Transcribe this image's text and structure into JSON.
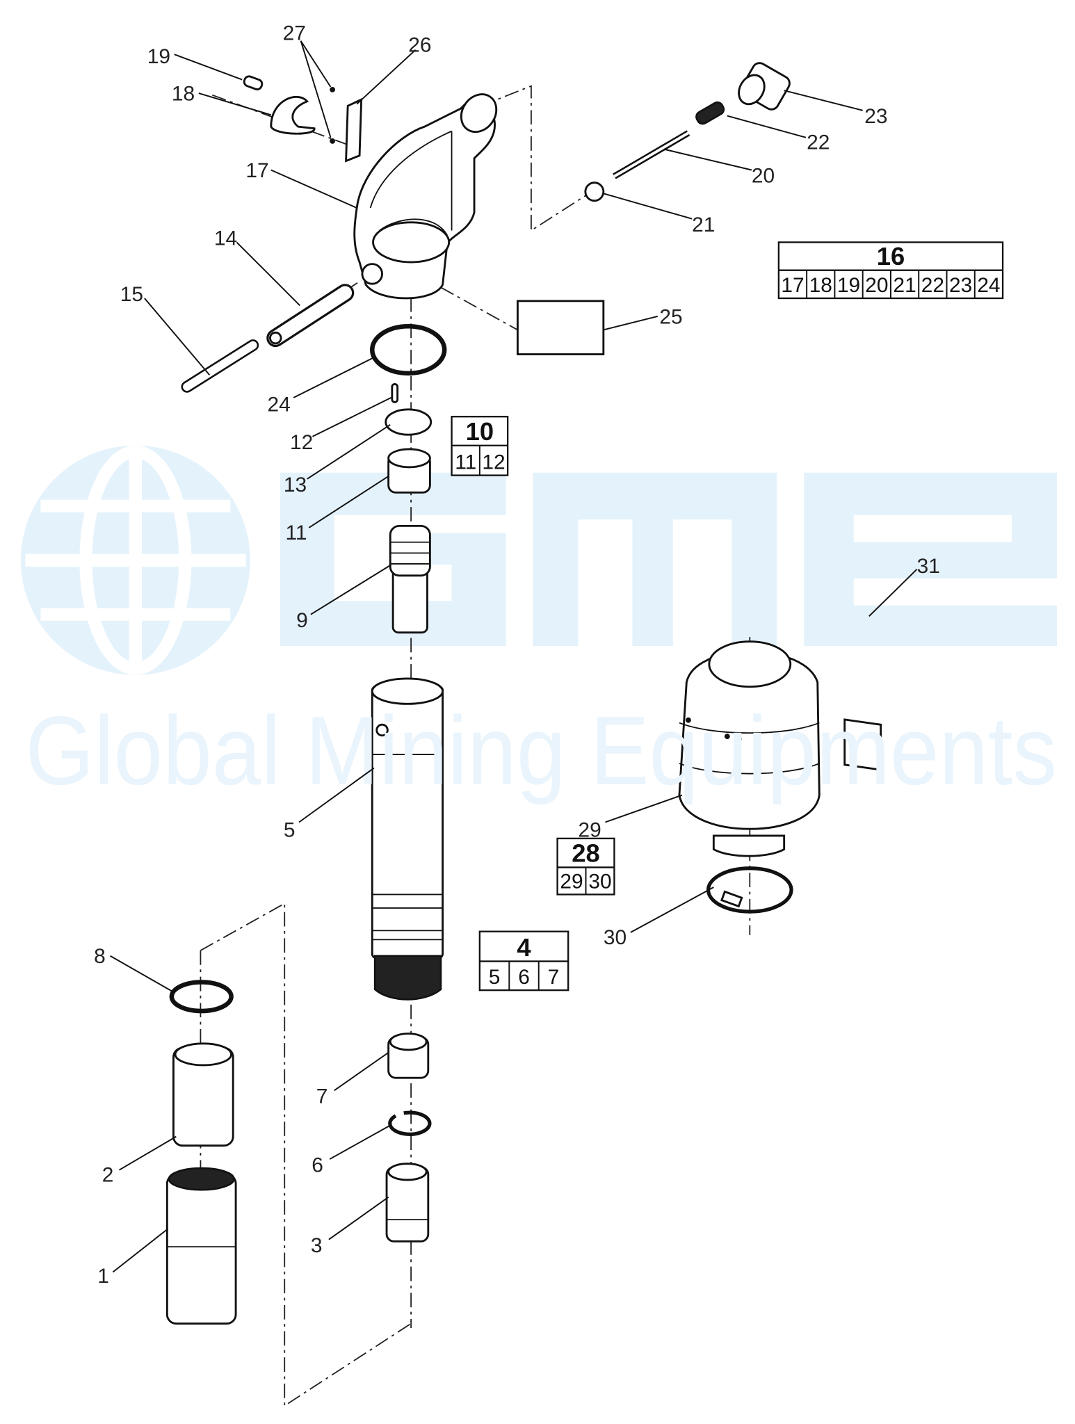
{
  "watermark": {
    "logo_letters": "GME",
    "company_name": "Global Mining Equipments",
    "color": "#e4f2fb"
  },
  "callouts": [
    "19",
    "18",
    "27",
    "26",
    "17",
    "14",
    "15",
    "24",
    "12",
    "13",
    "11",
    "9",
    "5",
    "8",
    "2",
    "1",
    "7",
    "6",
    "3",
    "23",
    "22",
    "20",
    "21",
    "25",
    "31",
    "29",
    "30"
  ],
  "kit_boxes": [
    {
      "title": "16",
      "items": [
        "17",
        "18",
        "19",
        "20",
        "21",
        "22",
        "23",
        "24"
      ]
    },
    {
      "title": "10",
      "items": [
        "11",
        "12"
      ]
    },
    {
      "title": "28",
      "items": [
        "29",
        "30"
      ]
    },
    {
      "title": "4",
      "items": [
        "5",
        "6",
        "7"
      ]
    }
  ]
}
